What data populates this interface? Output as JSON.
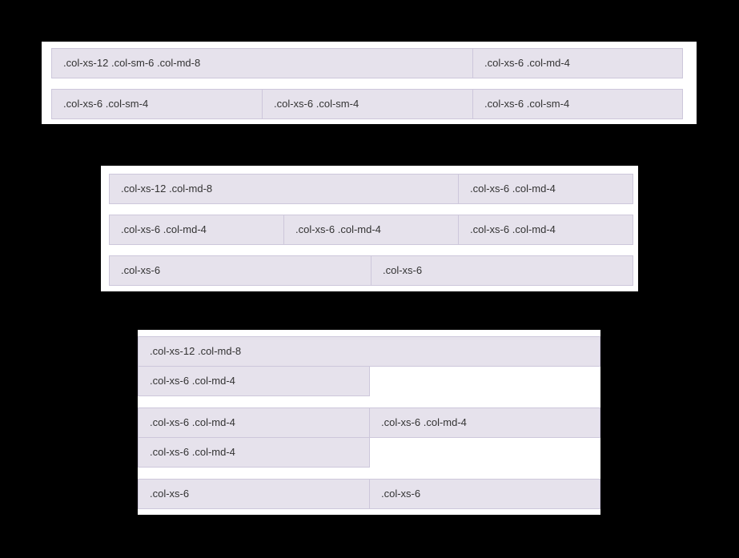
{
  "panels": [
    {
      "rows": [
        {
          "cells": [
            ".col-xs-12 .col-sm-6 .col-md-8",
            ".col-xs-6 .col-md-4"
          ]
        },
        {
          "cells": [
            ".col-xs-6 .col-sm-4",
            ".col-xs-6 .col-sm-4",
            ".col-xs-6 .col-sm-4"
          ]
        }
      ]
    },
    {
      "rows": [
        {
          "cells": [
            ".col-xs-12 .col-md-8",
            ".col-xs-6 .col-md-4"
          ]
        },
        {
          "cells": [
            ".col-xs-6 .col-md-4",
            ".col-xs-6 .col-md-4",
            ".col-xs-6 .col-md-4"
          ]
        },
        {
          "cells": [
            ".col-xs-6",
            ".col-xs-6"
          ]
        }
      ]
    },
    {
      "rows": [
        {
          "cells": [
            ".col-xs-12 .col-md-8",
            ".col-xs-6 .col-md-4"
          ]
        },
        {
          "cells": [
            ".col-xs-6 .col-md-4",
            ".col-xs-6 .col-md-4",
            ".col-xs-6 .col-md-4"
          ]
        },
        {
          "cells": [
            ".col-xs-6",
            ".col-xs-6"
          ]
        }
      ]
    }
  ],
  "colors": {
    "background": "#000000",
    "panel": "#ffffff",
    "cell_fill": "#e6e2ec",
    "cell_border": "#cdc7db",
    "text": "#333333"
  }
}
